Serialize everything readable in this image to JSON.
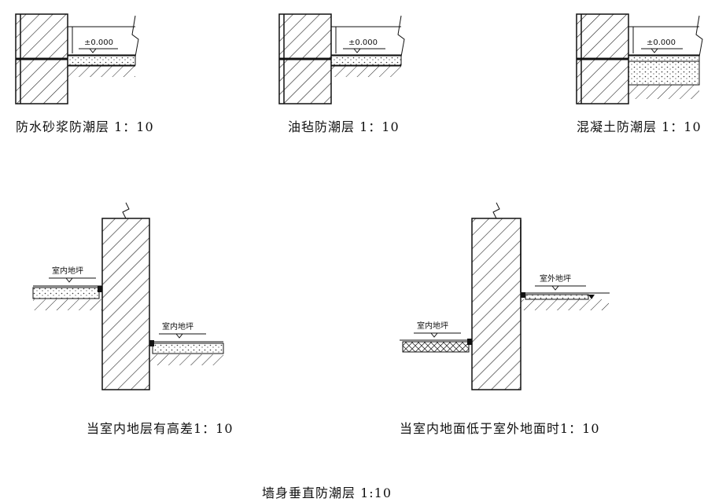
{
  "captions": {
    "d1": "防水砂浆防潮层 1：10",
    "d2": "油毡防潮层 1：10",
    "d3": "混凝土防潮层 1：10",
    "d4": "当室内地层有高差1：10",
    "d5": "当室内地面低于室外地面时1：10",
    "main": "墙身垂直防潮层 1:10"
  },
  "labels": {
    "level": "±0.000",
    "indoor_floor": "室内地坪",
    "outdoor_floor": "室外地坪"
  }
}
